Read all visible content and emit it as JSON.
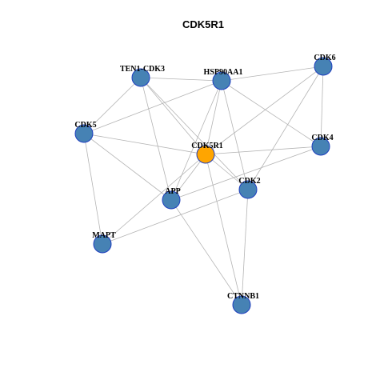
{
  "title": "CDK5R1",
  "colors": {
    "node_fill": "#4682b4",
    "node_border": "#1f3fbf",
    "focus_fill": "#ffa500",
    "edge": "#b4b4b4",
    "label": "#000000"
  },
  "nodes": [
    {
      "id": "CDK5R1",
      "label": "CDK5R1",
      "focus": true
    },
    {
      "id": "TEN1-CDK3",
      "label": "TEN1-CDK3",
      "focus": false
    },
    {
      "id": "HSP90AA1",
      "label": "HSP90AA1",
      "focus": false
    },
    {
      "id": "CDK6",
      "label": "CDK6",
      "focus": false
    },
    {
      "id": "CDK5",
      "label": "CDK5",
      "focus": false
    },
    {
      "id": "CDK4",
      "label": "CDK4",
      "focus": false
    },
    {
      "id": "CDK2",
      "label": "CDK2",
      "focus": false
    },
    {
      "id": "APP",
      "label": "APP",
      "focus": false
    },
    {
      "id": "MAPT",
      "label": "MAPT",
      "focus": false
    },
    {
      "id": "CTNNB1",
      "label": "CTNNB1",
      "focus": false
    }
  ],
  "edges": [
    [
      "TEN1-CDK3",
      "HSP90AA1"
    ],
    [
      "TEN1-CDK3",
      "CDK5"
    ],
    [
      "TEN1-CDK3",
      "CDK5R1"
    ],
    [
      "TEN1-CDK3",
      "CDK2"
    ],
    [
      "TEN1-CDK3",
      "APP"
    ],
    [
      "HSP90AA1",
      "CDK6"
    ],
    [
      "HSP90AA1",
      "CDK5"
    ],
    [
      "HSP90AA1",
      "CDK4"
    ],
    [
      "HSP90AA1",
      "CDK5R1"
    ],
    [
      "HSP90AA1",
      "APP"
    ],
    [
      "HSP90AA1",
      "CDK2"
    ],
    [
      "CDK6",
      "CDK4"
    ],
    [
      "CDK6",
      "CDK5R1"
    ],
    [
      "CDK6",
      "CDK2"
    ],
    [
      "CDK5",
      "CDK5R1"
    ],
    [
      "CDK5",
      "APP"
    ],
    [
      "CDK5",
      "MAPT"
    ],
    [
      "CDK5R1",
      "CDK4"
    ],
    [
      "CDK5R1",
      "CDK2"
    ],
    [
      "CDK5R1",
      "APP"
    ],
    [
      "CDK5R1",
      "MAPT"
    ],
    [
      "CDK5R1",
      "CTNNB1"
    ],
    [
      "CDK4",
      "APP"
    ],
    [
      "CDK2",
      "MAPT"
    ],
    [
      "CDK2",
      "CTNNB1"
    ],
    [
      "APP",
      "CTNNB1"
    ]
  ]
}
